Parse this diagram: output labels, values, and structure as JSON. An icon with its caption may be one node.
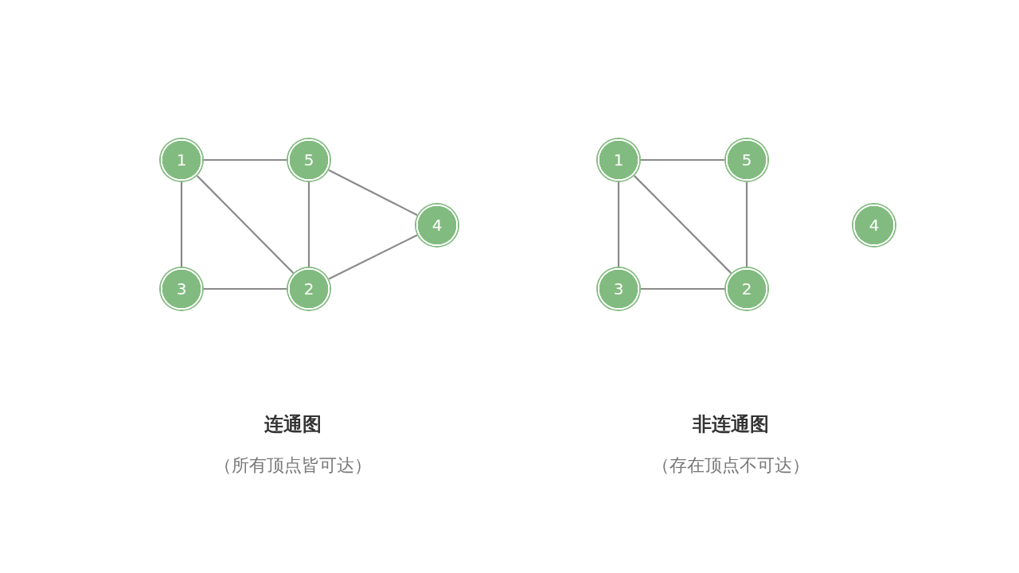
{
  "diagram": {
    "nodes": [
      {
        "text": [
          "1"
        ]
      },
      {
        "text": [
          "5"
        ]
      },
      {
        "text": [
          "4"
        ]
      },
      {
        "text": [
          "3"
        ]
      },
      {
        "text": [
          "2"
        ]
      },
      {
        "text": [
          "1"
        ]
      },
      {
        "text": [
          "5"
        ]
      },
      {
        "text": [
          "4"
        ]
      },
      {
        "text": [
          "3"
        ]
      },
      {
        "text": [
          "2"
        ]
      }
    ],
    "edges": [
      {
        "from": 0,
        "to": 1,
        "arrow": "none"
      },
      {
        "from": 0,
        "to": 3,
        "arrow": "none"
      },
      {
        "from": 0,
        "to": 4,
        "arrow": "none"
      },
      {
        "from": 1,
        "to": 4,
        "arrow": "none"
      },
      {
        "from": 1,
        "to": 2,
        "arrow": "none"
      },
      {
        "from": 3,
        "to": 4,
        "arrow": "none"
      },
      {
        "from": 4,
        "to": 2,
        "arrow": "none"
      },
      {
        "from": 5,
        "to": 6,
        "arrow": "none"
      },
      {
        "from": 5,
        "to": 8,
        "arrow": "none"
      },
      {
        "from": 5,
        "to": 9,
        "arrow": "none"
      },
      {
        "from": 6,
        "to": 9,
        "arrow": "none"
      },
      {
        "from": 8,
        "to": 9,
        "arrow": "none"
      }
    ],
    "labels": [
      "连通图",
      "非连通图",
      "（所有顶点皆可达）",
      "（存在顶点不可达）"
    ]
  }
}
